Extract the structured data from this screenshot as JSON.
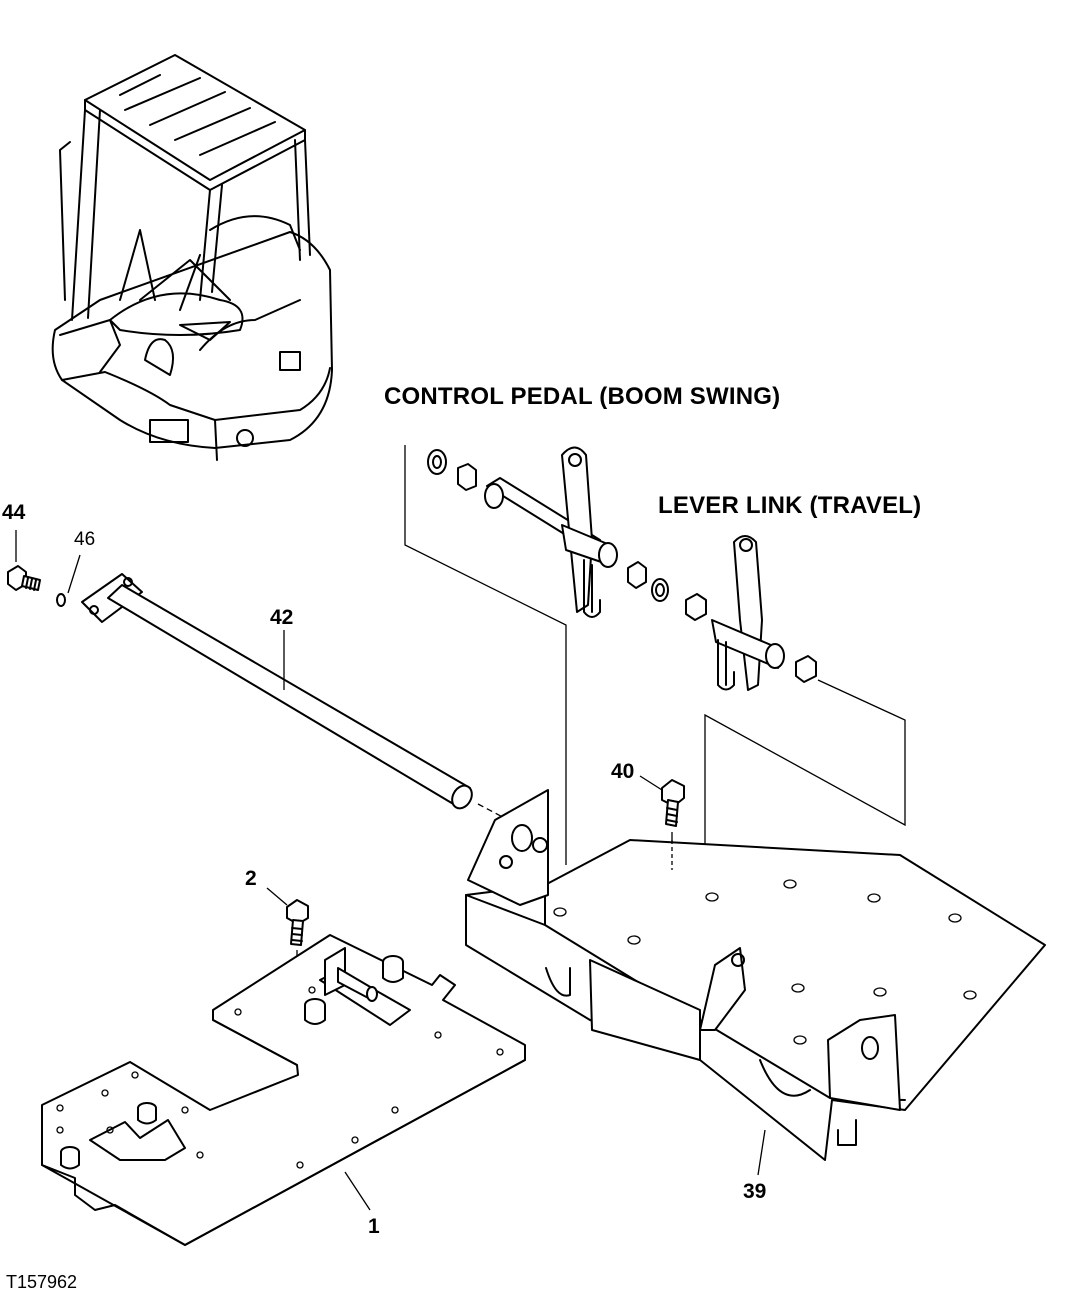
{
  "titles": {
    "control_pedal": "CONTROL PEDAL (BOOM SWING)",
    "lever_link": "LEVER LINK (TRAVEL)"
  },
  "callouts": {
    "p44": "44",
    "p46": "46",
    "p42": "42",
    "p40": "40",
    "p2": "2",
    "p1": "1",
    "p39": "39"
  },
  "figure_code": "T157962"
}
